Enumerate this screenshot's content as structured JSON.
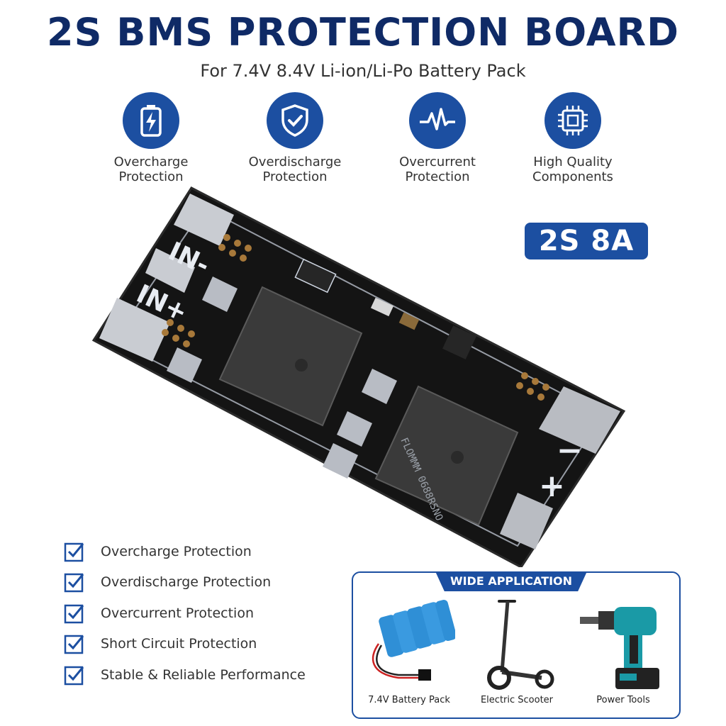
{
  "title": "2S BMS PROTECTION BOARD",
  "subtitle": "For 7.4V 8.4V Li-ion/Li-Po Battery Pack",
  "features": [
    {
      "icon": "battery-charge-icon",
      "line1": "Overcharge",
      "line2": "Protection"
    },
    {
      "icon": "shield-check-icon",
      "line1": "Overdischarge",
      "line2": "Protection"
    },
    {
      "icon": "pulse-wave-icon",
      "line1": "Overcurrent",
      "line2": "Protection"
    },
    {
      "icon": "chip-icon",
      "line1": "High Quality",
      "line2": "Components"
    }
  ],
  "badge": "2S  8A",
  "board": {
    "pad_labels": {
      "in_minus": "IN-",
      "in_plus": "IN+",
      "b_minus": "−",
      "b_plus": "+"
    },
    "chip_marking": "FLOMMM 0688RSNO"
  },
  "checklist": [
    "Overcharge Protection",
    "Overdischarge Protection",
    "Overcurrent Protection",
    "Short Circuit Protection",
    "Stable & Reliable Performance"
  ],
  "applications": {
    "header": "WIDE APPLICATION",
    "items": [
      {
        "icon": "battery-pack-icon",
        "label": "7.4V Battery Pack"
      },
      {
        "icon": "scooter-icon",
        "label": "Electric Scooter"
      },
      {
        "icon": "drill-icon",
        "label": "Power Tools"
      }
    ]
  },
  "colors": {
    "brand": "#1c4fa1",
    "title": "#0f2a66",
    "pcb": "#141414"
  }
}
